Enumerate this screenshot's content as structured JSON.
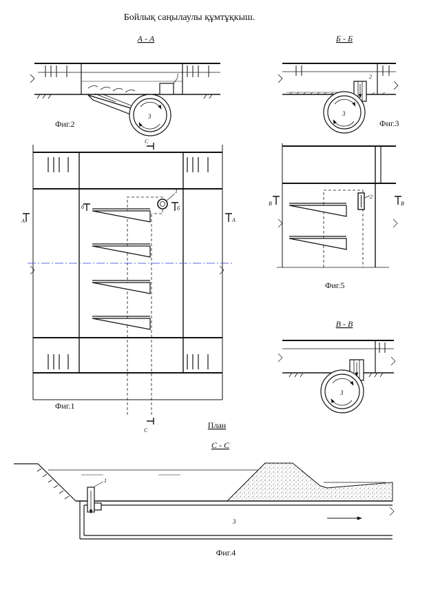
{
  "title": "Бойлық саңылаулы құмтұқкыш.",
  "sections": {
    "aa": "А - А",
    "bb": "Б - Б",
    "vv": "В - В",
    "cc": "С - С"
  },
  "figures": {
    "fig1": "Фиг.1",
    "fig2": "Фиг.2",
    "fig3": "Фиг.3",
    "fig4": "Фиг.4",
    "fig5": "Фиг.5"
  },
  "plan_label": "План",
  "cut_marks": {
    "a": "А",
    "b": "б",
    "v": "В",
    "c": "С"
  },
  "callouts": {
    "one": "1",
    "two": "2",
    "three": "3"
  }
}
